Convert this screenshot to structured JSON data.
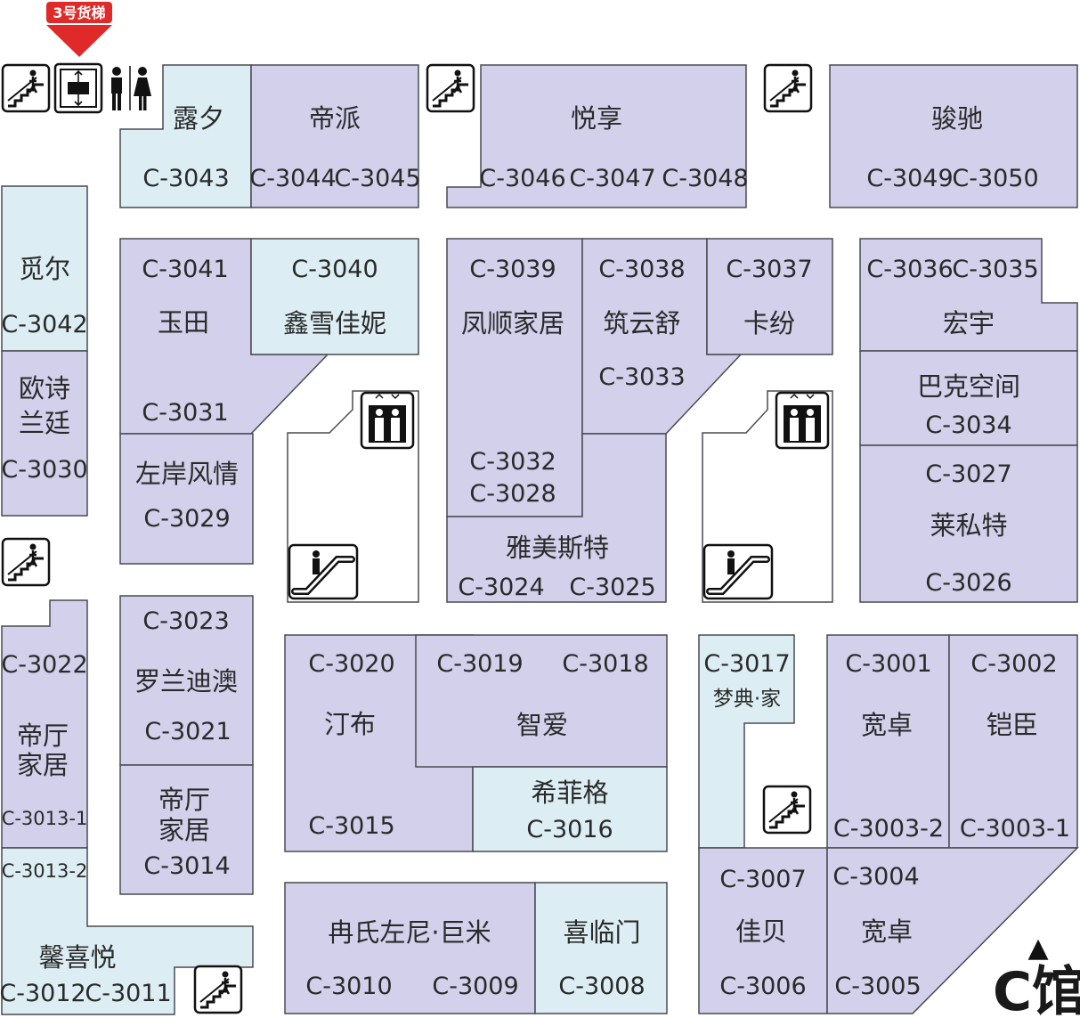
{
  "map": {
    "hall_label": "C馆",
    "north_marker": "▲",
    "badge": "3号货梯",
    "colors": {
      "unit_purple": "#d2d0ea",
      "unit_blue": "#dceef4",
      "badge_red": "#e02a2a",
      "outline": "#4a4a52"
    },
    "icons": [
      "stairs-icon",
      "freight-elevator-icon",
      "restroom-icon",
      "elevator-icon",
      "escalator-icon"
    ]
  },
  "stores": [
    {
      "id": "s3043",
      "name": "露夕",
      "codes": [
        "C-3043"
      ]
    },
    {
      "id": "s3044",
      "name": "帝派",
      "codes": [
        "C-3044",
        "C-3045"
      ]
    },
    {
      "id": "s3046",
      "name": "悦享",
      "codes": [
        "C-3046",
        "C-3047",
        "C-3048"
      ]
    },
    {
      "id": "s3049",
      "name": "骏驰",
      "codes": [
        "C-3049",
        "C-3050"
      ]
    },
    {
      "id": "s3042",
      "name": "觅尔",
      "codes": [
        "C-3042"
      ]
    },
    {
      "id": "s3030",
      "name": "欧诗兰廷",
      "name_lines": [
        "欧诗",
        "兰廷"
      ],
      "codes": [
        "C-3030"
      ]
    },
    {
      "id": "s3041",
      "name": "玉田",
      "codes": [
        "C-3041",
        "C-3031"
      ]
    },
    {
      "id": "s3040",
      "name": "鑫雪佳妮",
      "codes": [
        "C-3040"
      ]
    },
    {
      "id": "s3029",
      "name": "左岸风情",
      "codes": [
        "C-3029"
      ]
    },
    {
      "id": "s3039",
      "name": "凤顺家居",
      "codes": [
        "C-3039",
        "C-3032",
        "C-3028"
      ]
    },
    {
      "id": "s3038",
      "name": "筑云舒",
      "codes": [
        "C-3038",
        "C-3033"
      ]
    },
    {
      "id": "s3037",
      "name": "卡纷",
      "codes": [
        "C-3037"
      ]
    },
    {
      "id": "s3024",
      "name": "雅美斯特",
      "codes": [
        "C-3024",
        "C-3025"
      ]
    },
    {
      "id": "s3036",
      "name": "宏宇",
      "codes": [
        "C-3036",
        "C-3035"
      ]
    },
    {
      "id": "s3034",
      "name": "巴克空间",
      "codes": [
        "C-3034"
      ]
    },
    {
      "id": "s3027",
      "name": "莱私特",
      "codes": [
        "C-3027",
        "C-3026"
      ]
    },
    {
      "id": "s3022",
      "name": "帝厅家居",
      "name_lines": [
        "帝厅",
        "家居"
      ],
      "codes": [
        "C-3022",
        "C-3013-1"
      ]
    },
    {
      "id": "s3023",
      "name": "罗兰迪澳",
      "codes": [
        "C-3023",
        "C-3021"
      ]
    },
    {
      "id": "s3014",
      "name": "帝厅家居",
      "name_lines": [
        "帝厅",
        "家居"
      ],
      "codes": [
        "C-3014"
      ]
    },
    {
      "id": "s3013",
      "name": "馨喜悦",
      "codes": [
        "C-3013-2",
        "C-3012",
        "C-3011"
      ]
    },
    {
      "id": "s3020",
      "name": "汀布",
      "codes": [
        "C-3020",
        "C-3015"
      ]
    },
    {
      "id": "s3019",
      "name": "智爱",
      "codes": [
        "C-3019",
        "C-3018"
      ]
    },
    {
      "id": "s3016",
      "name": "希菲格",
      "codes": [
        "C-3016"
      ]
    },
    {
      "id": "s3017",
      "name": "梦典·家",
      "codes": [
        "C-3017"
      ]
    },
    {
      "id": "s3001",
      "name": "宽卓",
      "codes": [
        "C-3001",
        "C-3003-2"
      ]
    },
    {
      "id": "s3002",
      "name": "铠臣",
      "codes": [
        "C-3002",
        "C-3003-1"
      ]
    },
    {
      "id": "s3010",
      "name": "冉氏左尼·巨米",
      "codes": [
        "C-3010",
        "C-3009"
      ]
    },
    {
      "id": "s3008",
      "name": "喜临门",
      "codes": [
        "C-3008"
      ]
    },
    {
      "id": "s3007",
      "name": "佳贝",
      "codes": [
        "C-3007",
        "C-3006"
      ]
    },
    {
      "id": "s3004",
      "name": "宽卓",
      "codes": [
        "C-3004",
        "C-3005"
      ]
    }
  ]
}
